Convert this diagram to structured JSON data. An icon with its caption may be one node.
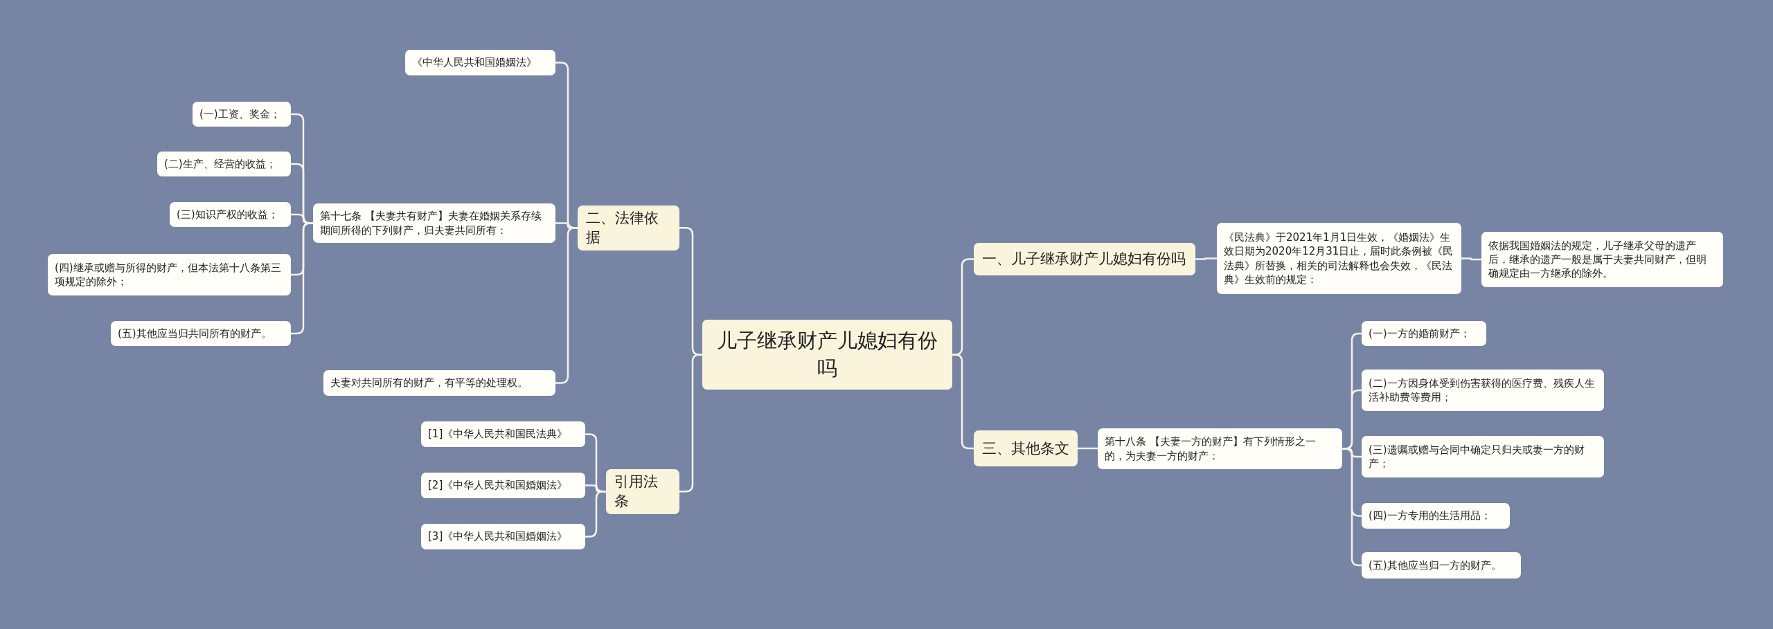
{
  "diagram": {
    "nodes": [
      {
        "text": [
          "儿子继承财产儿媳妇有份吗"
        ]
      },
      {
        "text": [
          "一、儿子继承财产儿媳妇有份吗"
        ]
      },
      {
        "text": [
          "《民法典》于2021年1月1日生效，《婚姻法》生效日期为2020年12月31日止，届时此条例被《民法典》所替换，相关的司法解释也会失效，《民法典》生效前的规定："
        ]
      },
      {
        "text": [
          "依据我国婚姻法的规定，儿子继承父母的遗产后，继承的遗产一般是属于夫妻共同财产，但明确规定由一方继承的除外。"
        ]
      },
      {
        "text": [
          "三、其他条文"
        ]
      },
      {
        "text": [
          "第十八条 【夫妻一方的财产】有下列情形之一的，为夫妻一方的财产："
        ]
      },
      {
        "text": [
          "(一)一方的婚前财产；"
        ]
      },
      {
        "text": [
          "(二)一方因身体受到伤害获得的医疗费、残疾人生活补助费等费用；"
        ]
      },
      {
        "text": [
          "(三)遗嘱或赠与合同中确定只归夫或妻一方的财产；"
        ]
      },
      {
        "text": [
          "(四)一方专用的生活用品；"
        ]
      },
      {
        "text": [
          "(五)其他应当归一方的财产。"
        ]
      },
      {
        "text": [
          "二、法律依据"
        ]
      },
      {
        "text": [
          "《中华人民共和国婚姻法》"
        ]
      },
      {
        "text": [
          "第十七条 【夫妻共有财产】夫妻在婚姻关系存续期间所得的下列财产，归夫妻共同所有："
        ]
      },
      {
        "text": [
          "(一)工资、奖金；"
        ]
      },
      {
        "text": [
          "(二)生产、经营的收益；"
        ]
      },
      {
        "text": [
          "(三)知识产权的收益；"
        ]
      },
      {
        "text": [
          "(四)继承或赠与所得的财产，但本法第十八条第三项规定的除外；"
        ]
      },
      {
        "text": [
          "(五)其他应当归共同所有的财产。"
        ]
      },
      {
        "text": [
          "夫妻对共同所有的财产，有平等的处理权。"
        ]
      },
      {
        "text": [
          "引用法条"
        ]
      },
      {
        "text": [
          "[1]《中华人民共和国民法典》"
        ]
      },
      {
        "text": [
          "[2]《中华人民共和国婚姻法》"
        ]
      },
      {
        "text": [
          "[3]《中华人民共和国婚姻法》"
        ]
      }
    ],
    "edges": [
      {
        "from": 0,
        "to": 1,
        "arrow": "none"
      },
      {
        "from": 1,
        "to": 2,
        "arrow": "none"
      },
      {
        "from": 2,
        "to": 3,
        "arrow": "none"
      },
      {
        "from": 0,
        "to": 4,
        "arrow": "none"
      },
      {
        "from": 4,
        "to": 5,
        "arrow": "none"
      },
      {
        "from": 5,
        "to": 6,
        "arrow": "none"
      },
      {
        "from": 5,
        "to": 7,
        "arrow": "none"
      },
      {
        "from": 5,
        "to": 8,
        "arrow": "none"
      },
      {
        "from": 5,
        "to": 9,
        "arrow": "none"
      },
      {
        "from": 5,
        "to": 10,
        "arrow": "none"
      },
      {
        "from": 0,
        "to": 11,
        "arrow": "none"
      },
      {
        "from": 11,
        "to": 12,
        "arrow": "none"
      },
      {
        "from": 11,
        "to": 13,
        "arrow": "none"
      },
      {
        "from": 13,
        "to": 14,
        "arrow": "none"
      },
      {
        "from": 13,
        "to": 15,
        "arrow": "none"
      },
      {
        "from": 13,
        "to": 16,
        "arrow": "none"
      },
      {
        "from": 13,
        "to": 17,
        "arrow": "none"
      },
      {
        "from": 13,
        "to": 18,
        "arrow": "none"
      },
      {
        "from": 11,
        "to": 19,
        "arrow": "none"
      },
      {
        "from": 0,
        "to": 20,
        "arrow": "none"
      },
      {
        "from": 20,
        "to": 21,
        "arrow": "none"
      },
      {
        "from": 20,
        "to": 22,
        "arrow": "none"
      },
      {
        "from": 20,
        "to": 23,
        "arrow": "none"
      }
    ]
  }
}
